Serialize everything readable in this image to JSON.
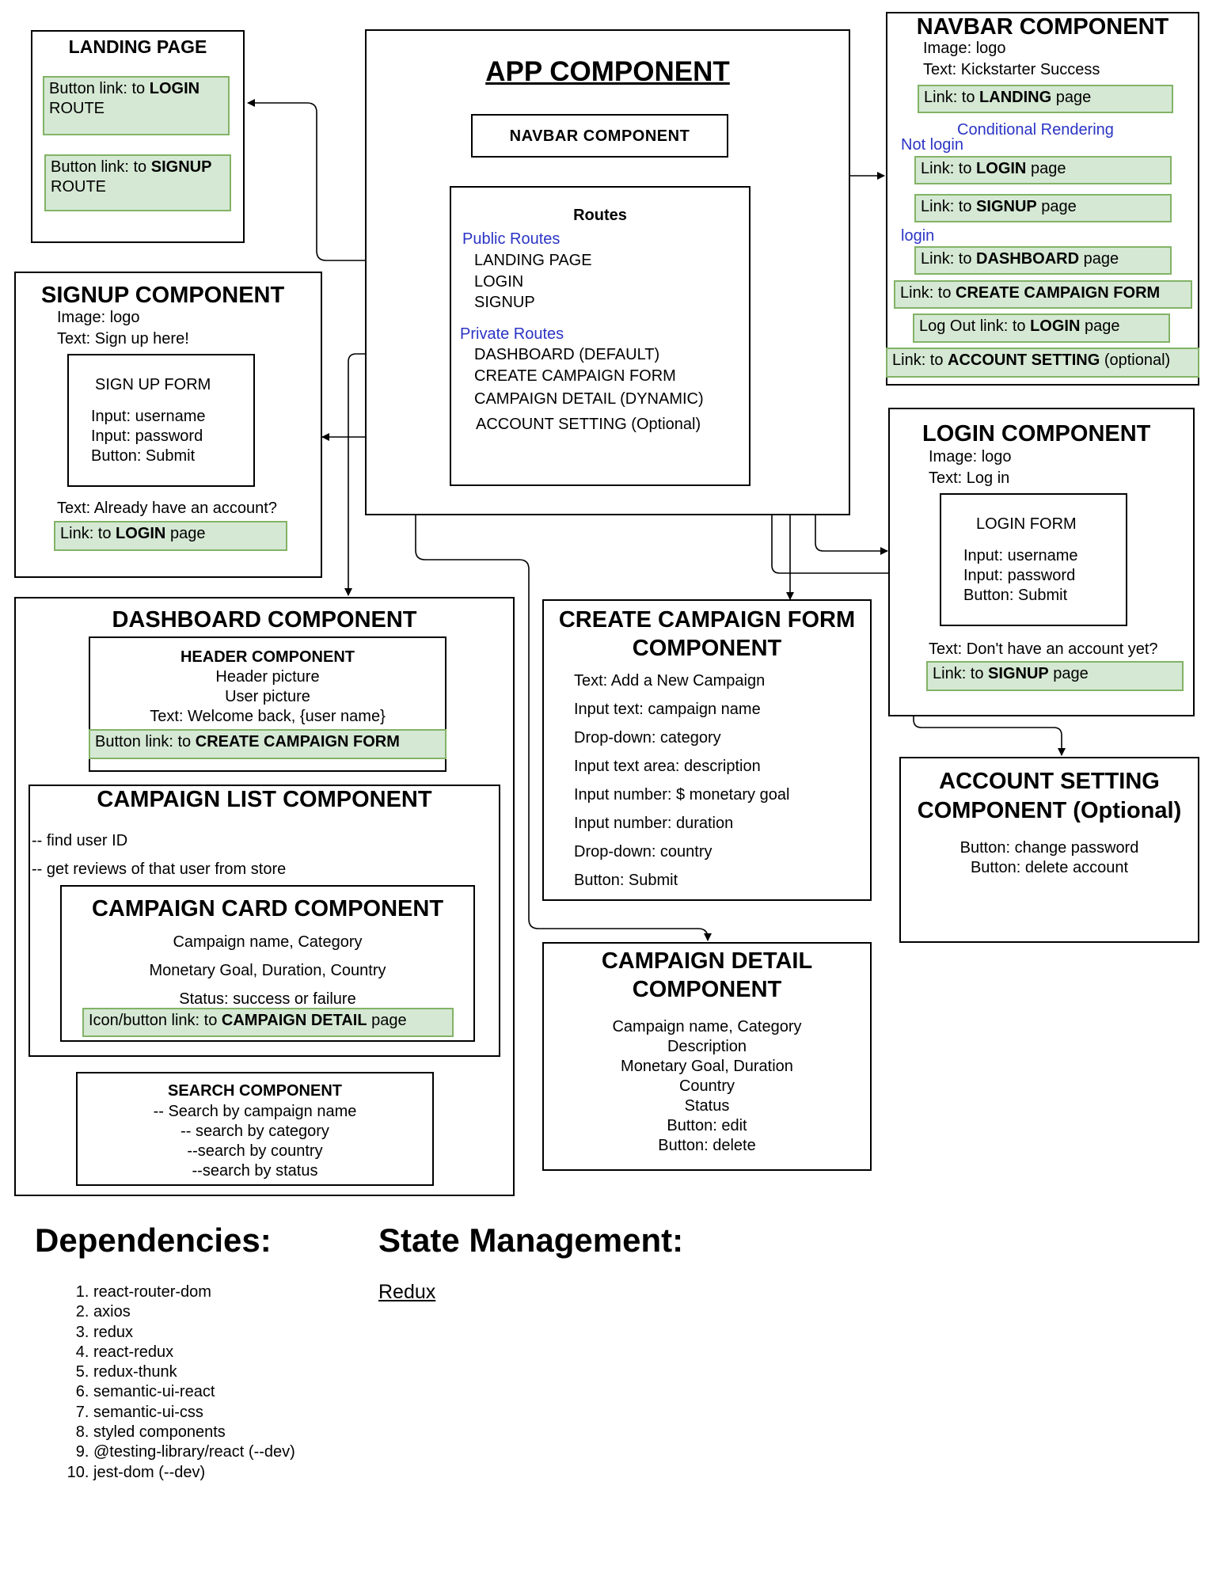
{
  "app": {
    "title": "APP COMPONENT",
    "navbar_box": "NAVBAR COMPONENT",
    "routes": {
      "title": "Routes",
      "public_label": "Public Routes",
      "public": [
        "LANDING PAGE",
        "LOGIN",
        "SIGNUP"
      ],
      "private_label": "Private Routes",
      "private": [
        "DASHBOARD (DEFAULT)",
        "CREATE CAMPAIGN FORM",
        "CAMPAIGN DETAIL (DYNAMIC)",
        "ACCOUNT SETTING (Optional)"
      ]
    }
  },
  "landing": {
    "title": "LANDING PAGE",
    "btn1_prefix": "Button link: to ",
    "btn1_bold": "LOGIN",
    "btn1_suffix": "ROUTE",
    "btn2_prefix": "Button link: to ",
    "btn2_bold": "SIGNUP",
    "btn2_suffix": "ROUTE"
  },
  "navbar": {
    "title": "NAVBAR COMPONENT",
    "image": "Image: logo",
    "text": "Text: Kickstarter Success",
    "landing_prefix": "Link: to ",
    "landing_bold": "LANDING",
    "landing_suffix": " page",
    "conditional": "Conditional Rendering",
    "not_login": "Not login",
    "login_prefix": "Link: to ",
    "login_bold": "LOGIN",
    "login_suffix": " page",
    "signup_prefix": "Link: to ",
    "signup_bold": "SIGNUP",
    "signup_suffix": " page",
    "login_state": "login",
    "dash_prefix": "Link: to ",
    "dash_bold": "DASHBOARD",
    "dash_suffix": " page",
    "create_prefix": "Link: to ",
    "create_bold": "CREATE CAMPAIGN FORM",
    "logout_prefix": "Log Out link: to ",
    "logout_bold": "LOGIN",
    "logout_suffix": " page",
    "account_prefix": "Link: to ",
    "account_bold": "ACCOUNT SETTING",
    "account_suffix": " (optional)"
  },
  "signup": {
    "title": "SIGNUP COMPONENT",
    "image": "Image: logo",
    "text": "Text: Sign up here!",
    "form_title": "SIGN UP FORM",
    "input1": "Input: username",
    "input2": "Input: password",
    "button": "Button: Submit",
    "already": "Text: Already have an account?",
    "link_prefix": "Link: to ",
    "link_bold": "LOGIN",
    "link_suffix": " page"
  },
  "login": {
    "title": "LOGIN COMPONENT",
    "image": "Image: logo",
    "text": "Text: Log in",
    "form_title": "LOGIN FORM",
    "input1": "Input: username",
    "input2": "Input: password",
    "button": "Button: Submit",
    "no_account": "Text: Don't have an account yet?",
    "link_prefix": "Link: to ",
    "link_bold": "SIGNUP",
    "link_suffix": " page"
  },
  "dashboard": {
    "title": "DASHBOARD COMPONENT",
    "header": {
      "title": "HEADER COMPONENT",
      "l1": "Header picture",
      "l2": "User picture",
      "l3": "Text: Welcome back, {user name}",
      "btn_prefix": "Button link: to ",
      "btn_bold": "CREATE CAMPAIGN FORM"
    },
    "list": {
      "title": "CAMPAIGN LIST COMPONENT",
      "l1": "-- find user ID",
      "l2": "-- get reviews of that user from store"
    },
    "card": {
      "title": "CAMPAIGN CARD COMPONENT",
      "l1": "Campaign name, Category",
      "l2": "Monetary Goal, Duration, Country",
      "l3": "Status: success or failure",
      "btn_prefix": "Icon/button link: to ",
      "btn_bold": "CAMPAIGN DETAIL",
      "btn_suffix": " page"
    },
    "search": {
      "title": "SEARCH COMPONENT",
      "l1": "-- Search by campaign name",
      "l2": "-- search by category",
      "l3": "--search by country",
      "l4": "--search by status"
    }
  },
  "create": {
    "title1": "CREATE CAMPAIGN FORM",
    "title2": "COMPONENT",
    "lines": [
      "Text: Add a New Campaign",
      "Input text: campaign name",
      "Drop-down: category",
      "Input text area: description",
      "Input number: $ monetary goal",
      "Input number: duration",
      "Drop-down: country",
      "Button: Submit"
    ]
  },
  "detail": {
    "title1": "CAMPAIGN DETAIL",
    "title2": "COMPONENT",
    "lines": [
      "Campaign name, Category",
      "Description",
      "Monetary Goal, Duration",
      "Country",
      "Status",
      "Button: edit",
      "Button: delete"
    ]
  },
  "account": {
    "title1": "ACCOUNT SETTING",
    "title2": "COMPONENT (Optional)",
    "l1": "Button: change password",
    "l2": "Button: delete account"
  },
  "dependencies": {
    "title": "Dependencies:",
    "items": [
      "react-router-dom",
      "axios",
      "redux",
      "react-redux",
      "redux-thunk",
      "semantic-ui-react",
      "semantic-ui-css",
      "styled components",
      "@testing-library/react (--dev)",
      "jest-dom (--dev)"
    ]
  },
  "state": {
    "title": "State Management:",
    "value": "Redux"
  }
}
